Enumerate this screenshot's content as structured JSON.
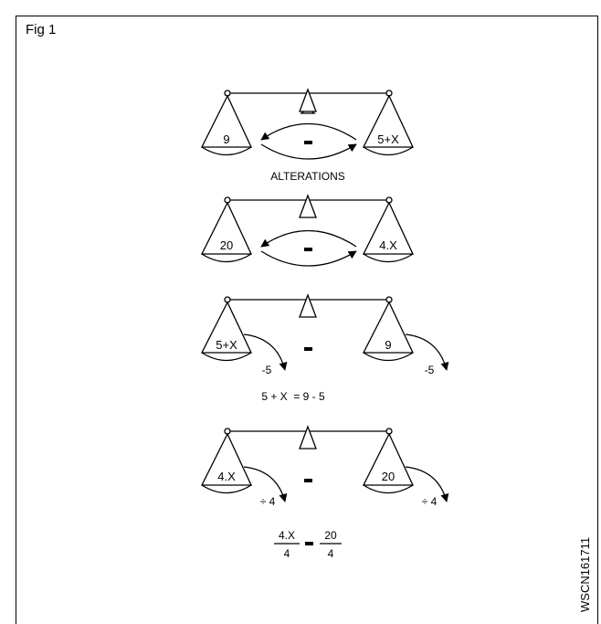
{
  "figure": {
    "label": "Fig 1",
    "code": "WSCN161711"
  },
  "scale1": {
    "left_pan": "9",
    "right_pan": "5+X",
    "equals": "=",
    "caption": "ALTERATIONS"
  },
  "scale2": {
    "left_pan": "20",
    "right_pan": "4.X",
    "equals": "="
  },
  "scale3": {
    "left_pan": "5+X",
    "right_pan": "9",
    "equals": "=",
    "left_op": "-5",
    "right_op": "-5",
    "equation": "5 + X  = 9 - 5"
  },
  "scale4": {
    "left_pan": "4.X",
    "right_pan": "20",
    "equals": "=",
    "left_op": "÷ 4",
    "right_op": "÷ 4",
    "fraction_left_num": "4.X",
    "fraction_left_den": "4",
    "fraction_right_num": "20",
    "fraction_right_den": "4",
    "fraction_equals": "="
  }
}
